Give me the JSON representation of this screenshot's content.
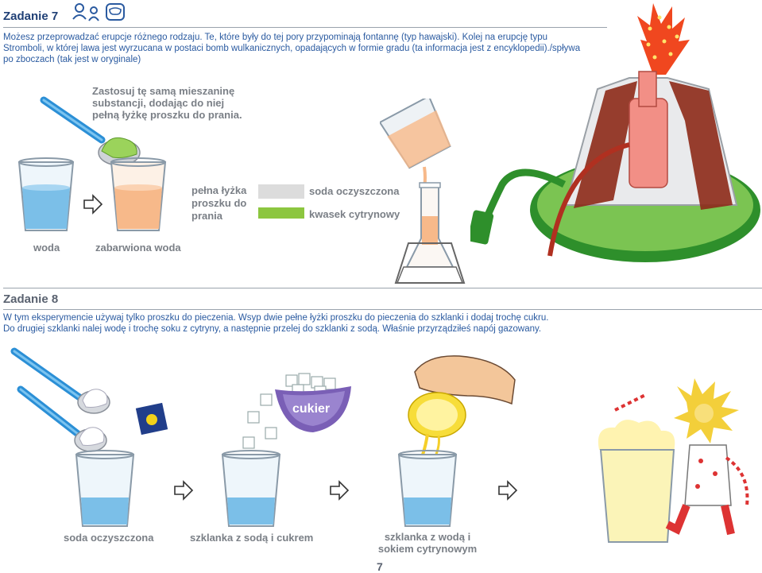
{
  "task7": {
    "title": "Zadanie 7",
    "text_line1": "Możesz przeprowadzać erupcje różnego rodzaju. Te, które były do tej pory przypominają fontannę (typ hawajski). Kolej na erupcję typu",
    "text_line2": "Stromboli, w której lawa jest wyrzucana w postaci bomb wulkanicznych, opadających w formie gradu (ta informacja jest z encyklopedii)./spływa",
    "text_line3": "po zboczach (tak jest w oryginale)",
    "instruction": [
      "Zastosuj tę samą mieszaninę",
      "substancji, dodając do niej",
      "pełną łyżkę proszku do prania."
    ],
    "label_water": "woda",
    "label_colored": "zabarwiona woda",
    "powder_label": [
      "pełna łyżka",
      "proszku do",
      "prania"
    ],
    "legend_soda": "soda oczyszczona",
    "legend_acid": "kwasek cytrynowy"
  },
  "task8": {
    "title": "Zadanie 8",
    "text_line1": "W tym eksperymencie używaj tylko proszku do pieczenia. Wsyp dwie pełne łyżki proszku do pieczenia do szklanki i dodaj trochę cukru.",
    "text_line2": "Do drugiej szklanki nalej wodę i trochę soku z cytryny, a następnie przelej do szklanki z sodą. Właśnie przyrządziłeś napój gazowany.",
    "sugar_label": "cukier",
    "label_soda": "soda oczyszczona",
    "label_soda_sugar": "szklanka z sodą i cukrem",
    "label_lemon": [
      "szklanka z wodą i",
      "sokiem cytrynowym"
    ]
  },
  "page_number": "7",
  "colors": {
    "title": "#1f3f75",
    "text": "#2a5aa0",
    "soda_swatch": "#dcdcdc",
    "acid_swatch": "#8cc63f"
  }
}
